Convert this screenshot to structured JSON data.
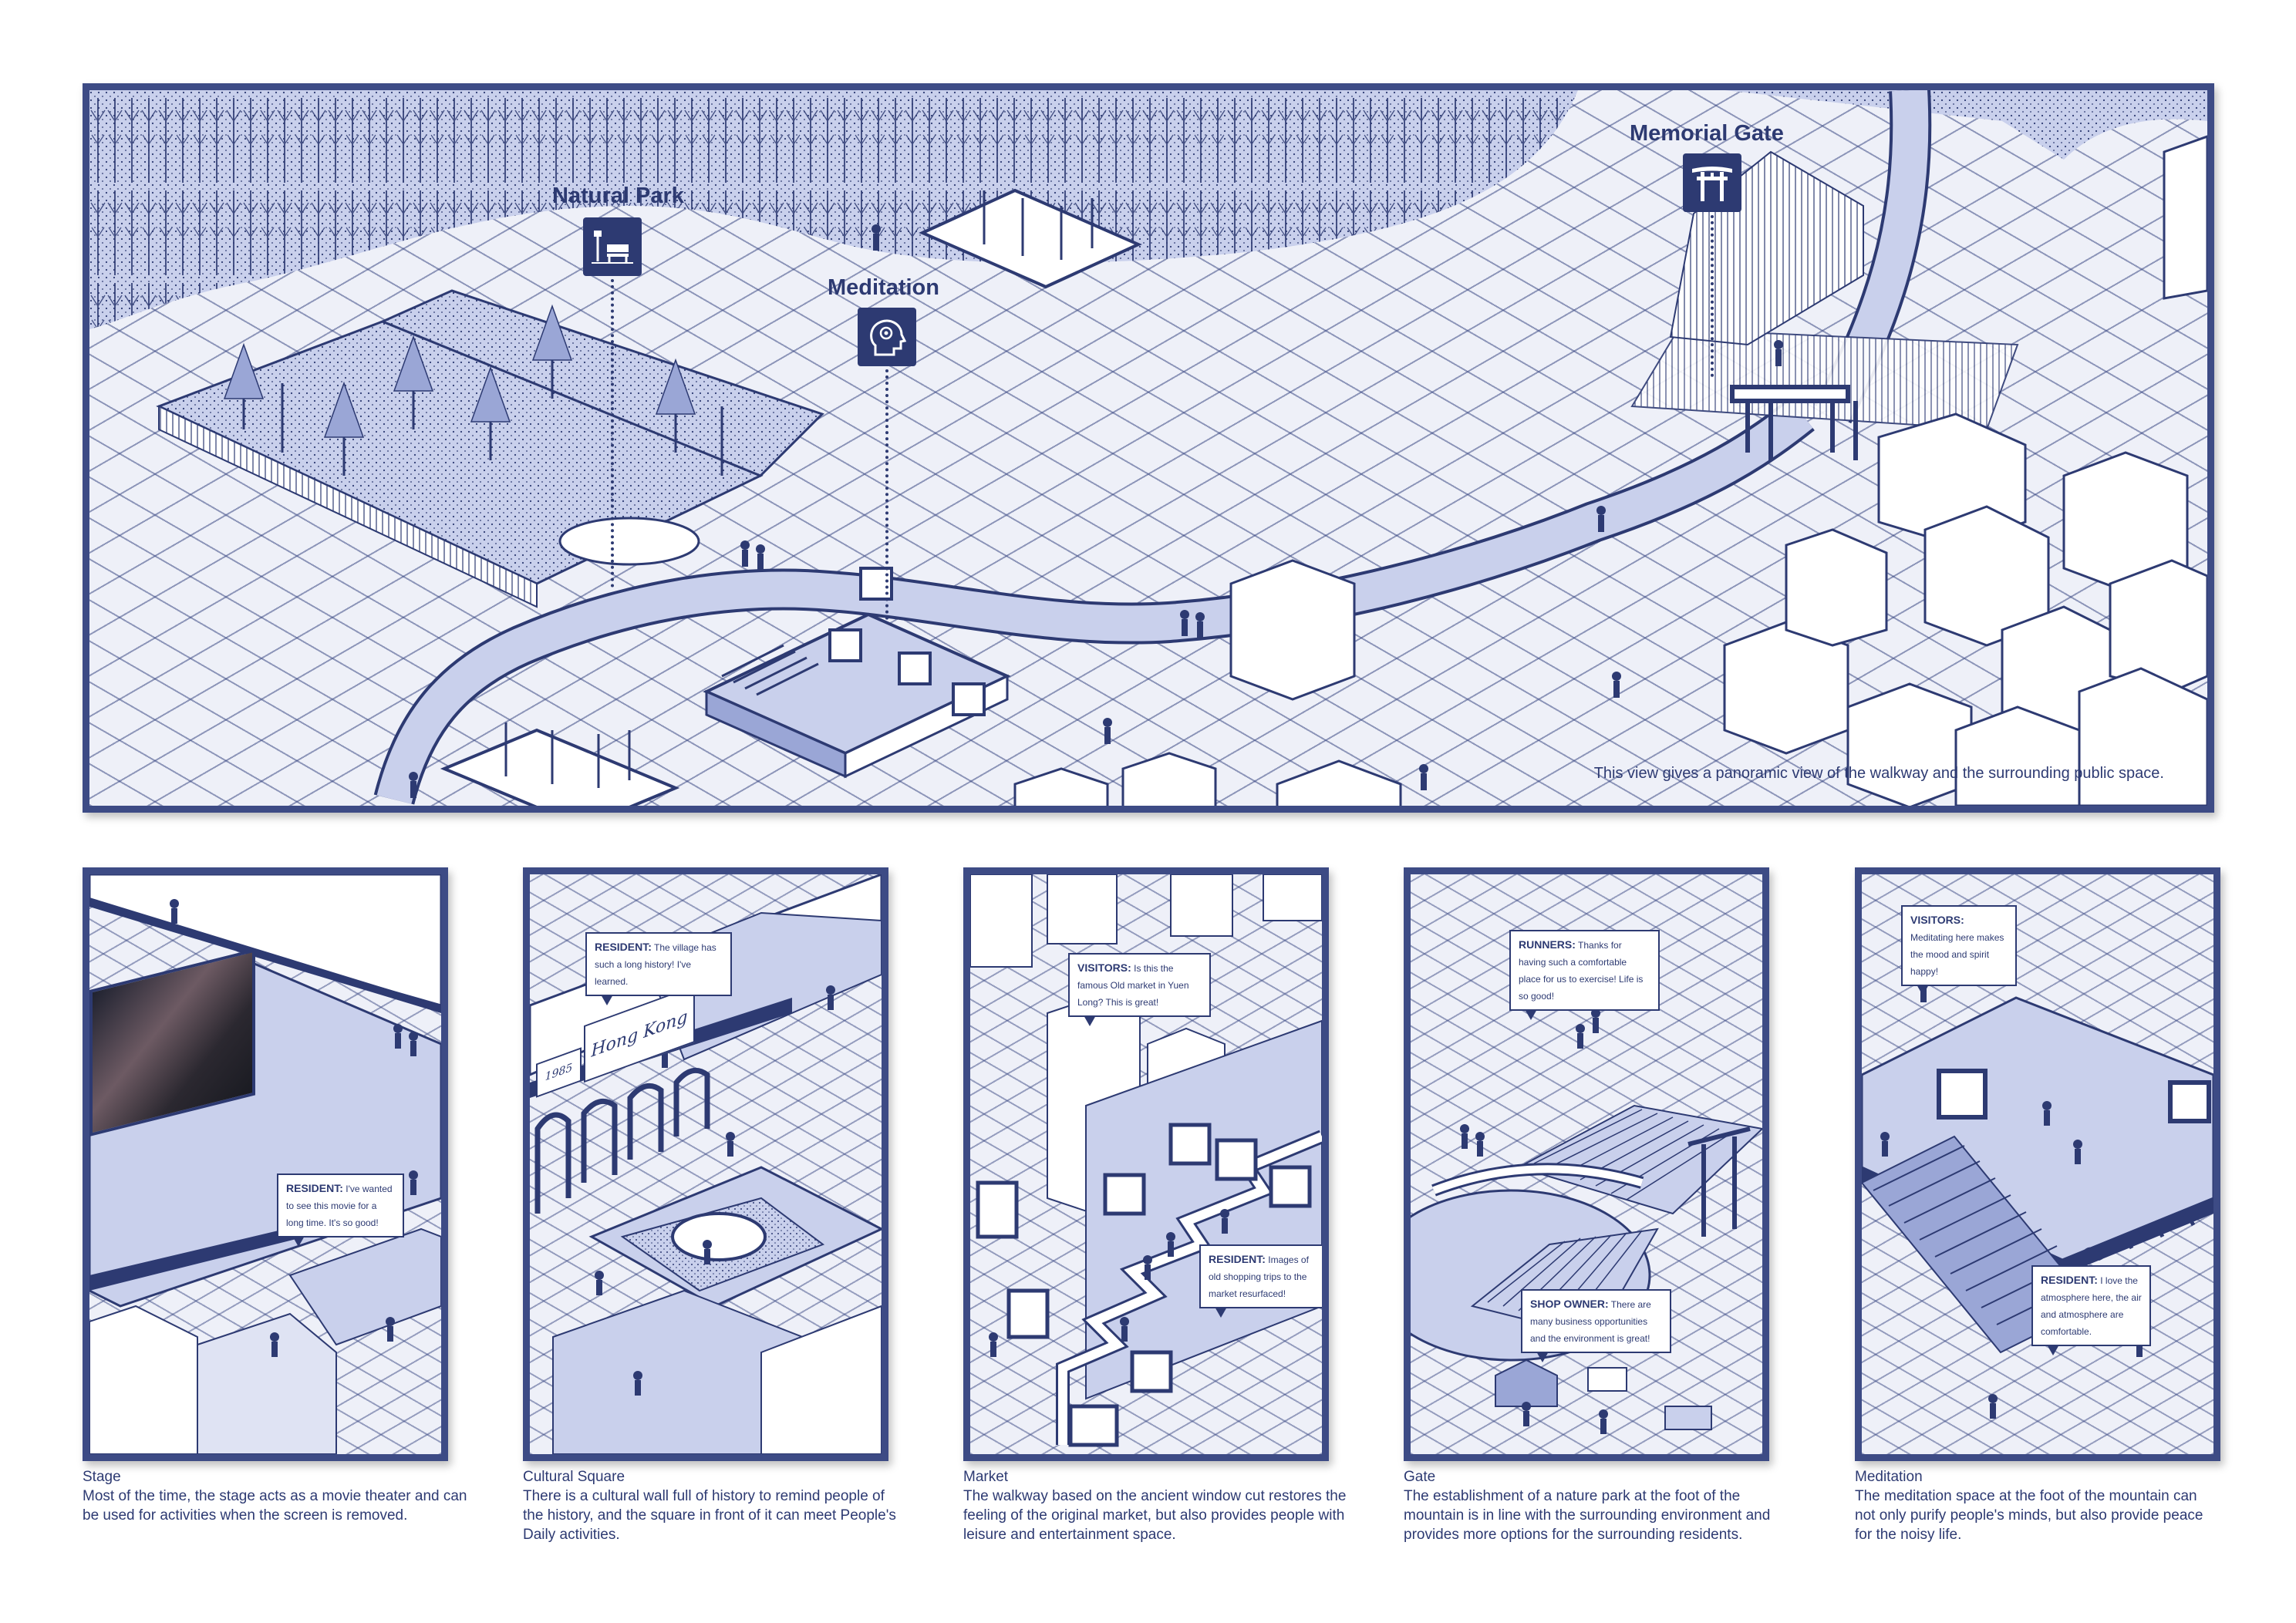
{
  "main": {
    "labels": {
      "natural_park": "Natural Park",
      "meditation": "Meditation",
      "memorial_gate": "Memorial Gate"
    },
    "icons": {
      "natural_park": "park-bench-lamp-icon",
      "meditation": "head-brain-icon",
      "memorial_gate": "torii-gate-icon"
    },
    "caption": "This view gives a panoramic view of the walkway and the surrounding public space."
  },
  "panels": [
    {
      "bubbles": [
        {
          "who": "RESIDENT:",
          "text": "I've wanted to see this movie for a long time. It's so good!"
        }
      ],
      "signage": [],
      "title": "Stage",
      "description": "Most of the time, the stage acts as a movie theater and can be used for activities when the screen is removed."
    },
    {
      "bubbles": [
        {
          "who": "RESIDENT:",
          "text": "The village has such a long history! I've learned."
        }
      ],
      "signage": [
        "Hong Kong",
        "1985"
      ],
      "title": "Cultural Square",
      "description": "There is a cultural wall full of history to remind people of the history, and the square in front of it can meet People's Daily activities."
    },
    {
      "bubbles": [
        {
          "who": "VISITORS:",
          "text": "Is this the famous Old market in Yuen Long? This is great!"
        },
        {
          "who": "RESIDENT:",
          "text": "Images of old shopping trips to the market resurfaced!"
        }
      ],
      "signage": [],
      "title": "Market",
      "description": "The walkway based on the ancient window cut restores the feeling of the original market, but also provides people with leisure and entertainment space."
    },
    {
      "bubbles": [
        {
          "who": "RUNNERS:",
          "text": "Thanks for having such a comfortable place for us to exercise! Life is so good!"
        },
        {
          "who": "SHOP OWNER:",
          "text": "There are many business opportunities and the environment is great!"
        }
      ],
      "signage": [],
      "title": "Gate",
      "description": "The establishment of a nature park at the foot of the mountain is in line with the surrounding environment and provides more options for the surrounding residents."
    },
    {
      "bubbles": [
        {
          "who": "VISITORS:",
          "text": "Meditating here makes the mood and spirit happy!"
        },
        {
          "who": "RESIDENT:",
          "text": "I love the atmosphere here, the air and atmosphere are comfortable."
        }
      ],
      "signage": [],
      "title": "Meditation",
      "description": "The meditation space at the foot of the mountain can not only purify people's minds, but also provide peace for the noisy life."
    }
  ],
  "colors": {
    "ink": "#2d3a72",
    "frame": "#3d4b85",
    "fill_light": "#c9d0ec",
    "fill_mid": "#9aa6d6",
    "paper": "#eef0f8"
  }
}
